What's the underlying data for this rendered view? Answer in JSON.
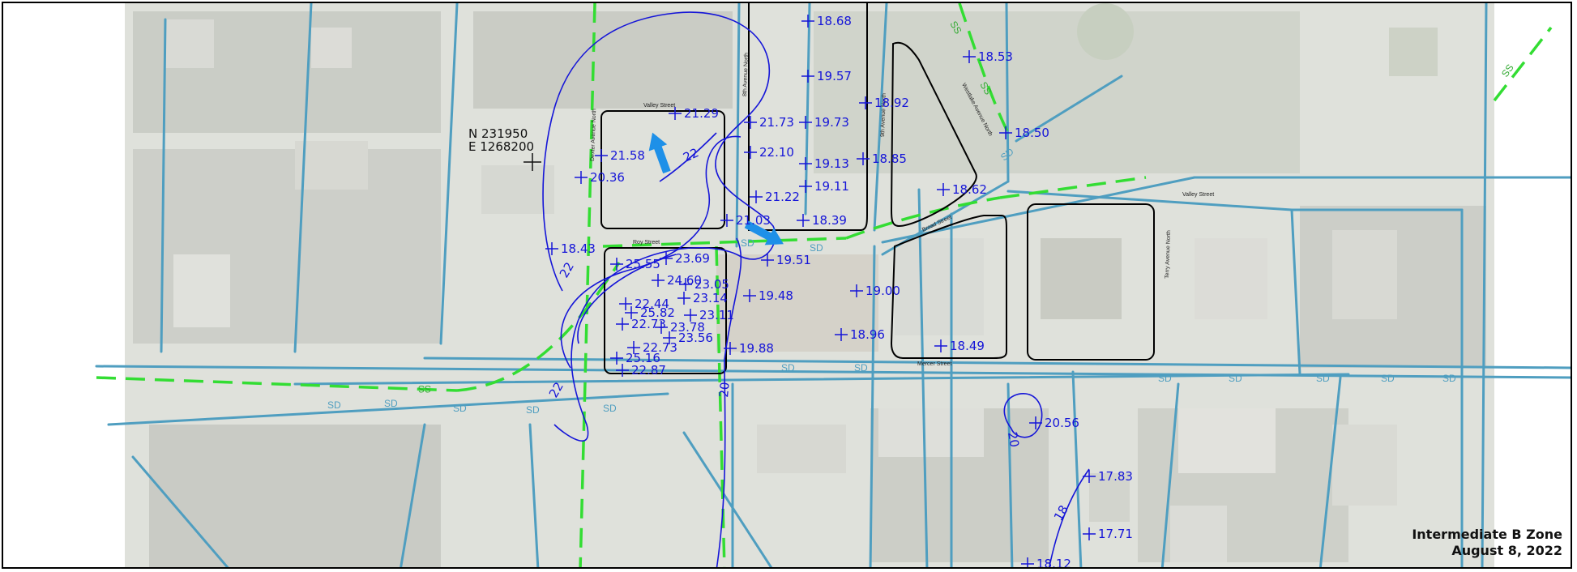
{
  "title": {
    "zone": "Intermediate B Zone",
    "date": "August 8, 2022"
  },
  "coordinate_marker": {
    "northing": "N 231950",
    "easting": "E 1268200"
  },
  "colors": {
    "contour": "#1515d8",
    "storm_drain": "#4f9ec0",
    "sanitary_sewer": "#33dd33",
    "flow_arrow": "#1e90e8",
    "building_outline": "#000000",
    "imagery_overlay": "#f1f3ef"
  },
  "utility_labels": {
    "storm_drain": "SD",
    "sanitary_sewer": "SS"
  },
  "contour_labels": [
    "22",
    "22",
    "22",
    "20",
    "20",
    "18"
  ],
  "streets": {
    "valley_w": "Valley Street",
    "valley_e": "Valley Street",
    "roy": "Roy Street",
    "mercer": "Mercer Street",
    "broad": "Broad Street",
    "dexter": "Dexter Avenue North",
    "eighth": "8th Avenue North",
    "ninth": "9th Avenue North",
    "westlake": "Westlake Avenue North",
    "terry": "Terry Avenue North"
  },
  "wells": [
    {
      "label": "18.68"
    },
    {
      "label": "18.53"
    },
    {
      "label": "19.57"
    },
    {
      "label": "18.92"
    },
    {
      "label": "21.29"
    },
    {
      "label": "21.73"
    },
    {
      "label": "19.73"
    },
    {
      "label": "18.50"
    },
    {
      "label": "21.58"
    },
    {
      "label": "22.10"
    },
    {
      "label": "19.13"
    },
    {
      "label": "18.85"
    },
    {
      "label": "20.36"
    },
    {
      "label": "19.11"
    },
    {
      "label": "18.62"
    },
    {
      "label": "21.22"
    },
    {
      "label": "21.03"
    },
    {
      "label": "18.39"
    },
    {
      "label": "18.43"
    },
    {
      "label": "23.69"
    },
    {
      "label": "25.55"
    },
    {
      "label": "19.51"
    },
    {
      "label": "24.60"
    },
    {
      "label": "23.05"
    },
    {
      "label": "19.48"
    },
    {
      "label": "19.00"
    },
    {
      "label": "22.44"
    },
    {
      "label": "23.14"
    },
    {
      "label": "25.82"
    },
    {
      "label": "23.11"
    },
    {
      "label": "22.73"
    },
    {
      "label": "23.78"
    },
    {
      "label": "18.96"
    },
    {
      "label": "23.56"
    },
    {
      "label": "18.49"
    },
    {
      "label": "22.73"
    },
    {
      "label": "19.88"
    },
    {
      "label": "25.16"
    },
    {
      "label": "22.87"
    },
    {
      "label": "20.56"
    },
    {
      "label": "17.83"
    },
    {
      "label": "17.71"
    },
    {
      "label": "18.12"
    }
  ]
}
